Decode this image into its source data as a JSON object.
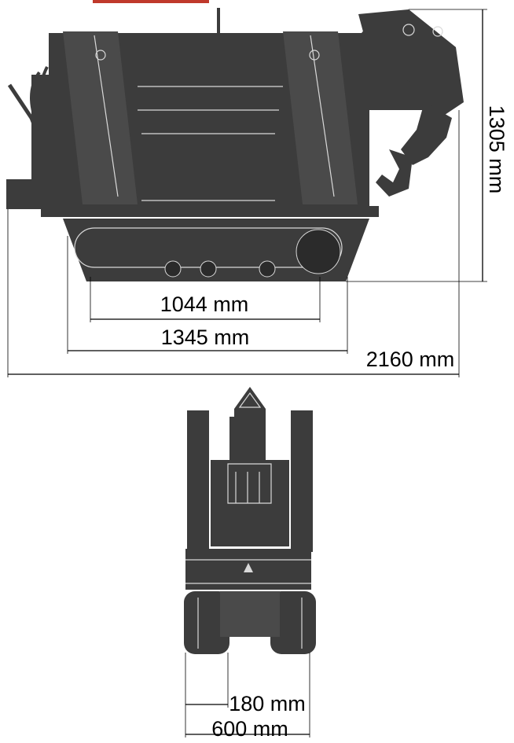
{
  "side_view": {
    "height_label": "1305 mm",
    "track_contact_label": "1044 mm",
    "track_length_label": "1345 mm",
    "overall_length_label": "2160 mm"
  },
  "front_view": {
    "track_width_label": "180 mm",
    "overall_width_label": "600 mm"
  },
  "colors": {
    "machine": "#3c3c3c",
    "accent_bar": "#c0392b"
  }
}
